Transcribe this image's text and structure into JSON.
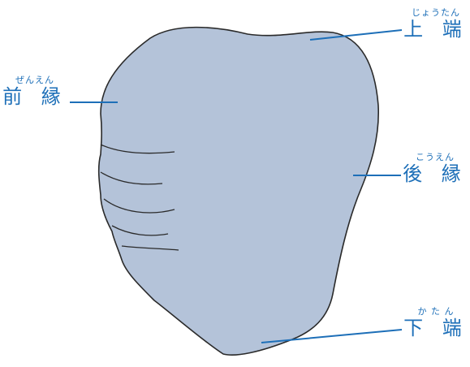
{
  "diagram": {
    "shape_color": "#b4c3d9",
    "outline_color": "#2a2a2a",
    "leader_color": "#1d6fb8",
    "labels": {
      "top_end": {
        "main": "上 端",
        "ruby": "じょうたん"
      },
      "front_edge": {
        "main": "前 縁",
        "ruby": "ぜんえん"
      },
      "back_edge": {
        "main": "後 縁",
        "ruby": "こうえん"
      },
      "bottom_end": {
        "main": "下 端",
        "ruby": "か た ん"
      }
    }
  }
}
